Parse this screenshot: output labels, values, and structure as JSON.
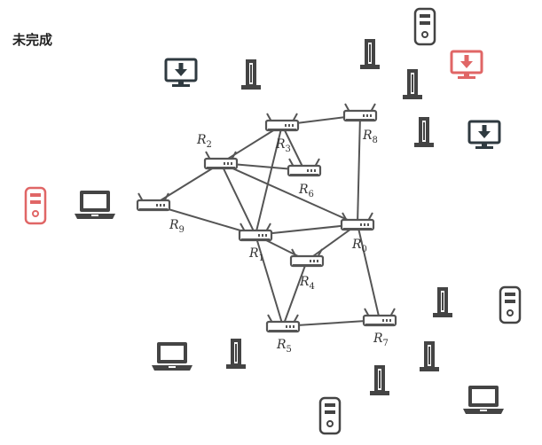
{
  "status_label": "未完成",
  "colors": {
    "edge": "#555555",
    "router": "#555555",
    "device": "#444444",
    "monitor": "#2f3a40",
    "alert": "#e06666"
  },
  "routers": [
    {
      "id": "R0",
      "label": "R",
      "sub": "0"
    },
    {
      "id": "R1",
      "label": "R",
      "sub": "1"
    },
    {
      "id": "R2",
      "label": "R",
      "sub": "2"
    },
    {
      "id": "R3",
      "label": "R",
      "sub": "3"
    },
    {
      "id": "R4",
      "label": "R",
      "sub": "4"
    },
    {
      "id": "R5",
      "label": "R",
      "sub": "5"
    },
    {
      "id": "R6",
      "label": "R",
      "sub": "6"
    },
    {
      "id": "R7",
      "label": "R",
      "sub": "7"
    },
    {
      "id": "R8",
      "label": "R",
      "sub": "8"
    },
    {
      "id": "R9",
      "label": "R",
      "sub": "9"
    }
  ],
  "links": [
    [
      "R9",
      "R2"
    ],
    [
      "R9",
      "R1"
    ],
    [
      "R2",
      "R3"
    ],
    [
      "R2",
      "R1"
    ],
    [
      "R2",
      "R6"
    ],
    [
      "R2",
      "R0"
    ],
    [
      "R3",
      "R8"
    ],
    [
      "R3",
      "R6"
    ],
    [
      "R3",
      "R1"
    ],
    [
      "R8",
      "R0"
    ],
    [
      "R1",
      "R0"
    ],
    [
      "R1",
      "R4"
    ],
    [
      "R1",
      "R5"
    ],
    [
      "R4",
      "R0"
    ],
    [
      "R4",
      "R5"
    ],
    [
      "R5",
      "R7"
    ],
    [
      "R0",
      "R7"
    ]
  ],
  "devices": [
    {
      "name": "server-tower-icon-alert",
      "type": "tower",
      "state": "alert"
    },
    {
      "name": "server-tower-icon",
      "type": "tower"
    },
    {
      "name": "server-tower-icon",
      "type": "tower"
    },
    {
      "name": "server-tower-icon",
      "type": "tower"
    },
    {
      "name": "download-monitor-icon-alert",
      "type": "monitor",
      "state": "alert"
    },
    {
      "name": "download-monitor-icon",
      "type": "monitor"
    },
    {
      "name": "download-monitor-icon",
      "type": "monitor"
    },
    {
      "name": "laptop-icon",
      "type": "laptop"
    },
    {
      "name": "laptop-icon",
      "type": "laptop"
    },
    {
      "name": "laptop-icon",
      "type": "laptop"
    },
    {
      "name": "antenna-tower-icon",
      "type": "antenna"
    },
    {
      "name": "antenna-tower-icon",
      "type": "antenna"
    },
    {
      "name": "antenna-tower-icon",
      "type": "antenna"
    },
    {
      "name": "antenna-tower-icon",
      "type": "antenna"
    },
    {
      "name": "antenna-tower-icon",
      "type": "antenna"
    },
    {
      "name": "antenna-tower-icon",
      "type": "antenna"
    },
    {
      "name": "antenna-tower-icon",
      "type": "antenna"
    },
    {
      "name": "antenna-tower-icon",
      "type": "antenna"
    },
    {
      "name": "antenna-tower-icon",
      "type": "antenna"
    }
  ]
}
